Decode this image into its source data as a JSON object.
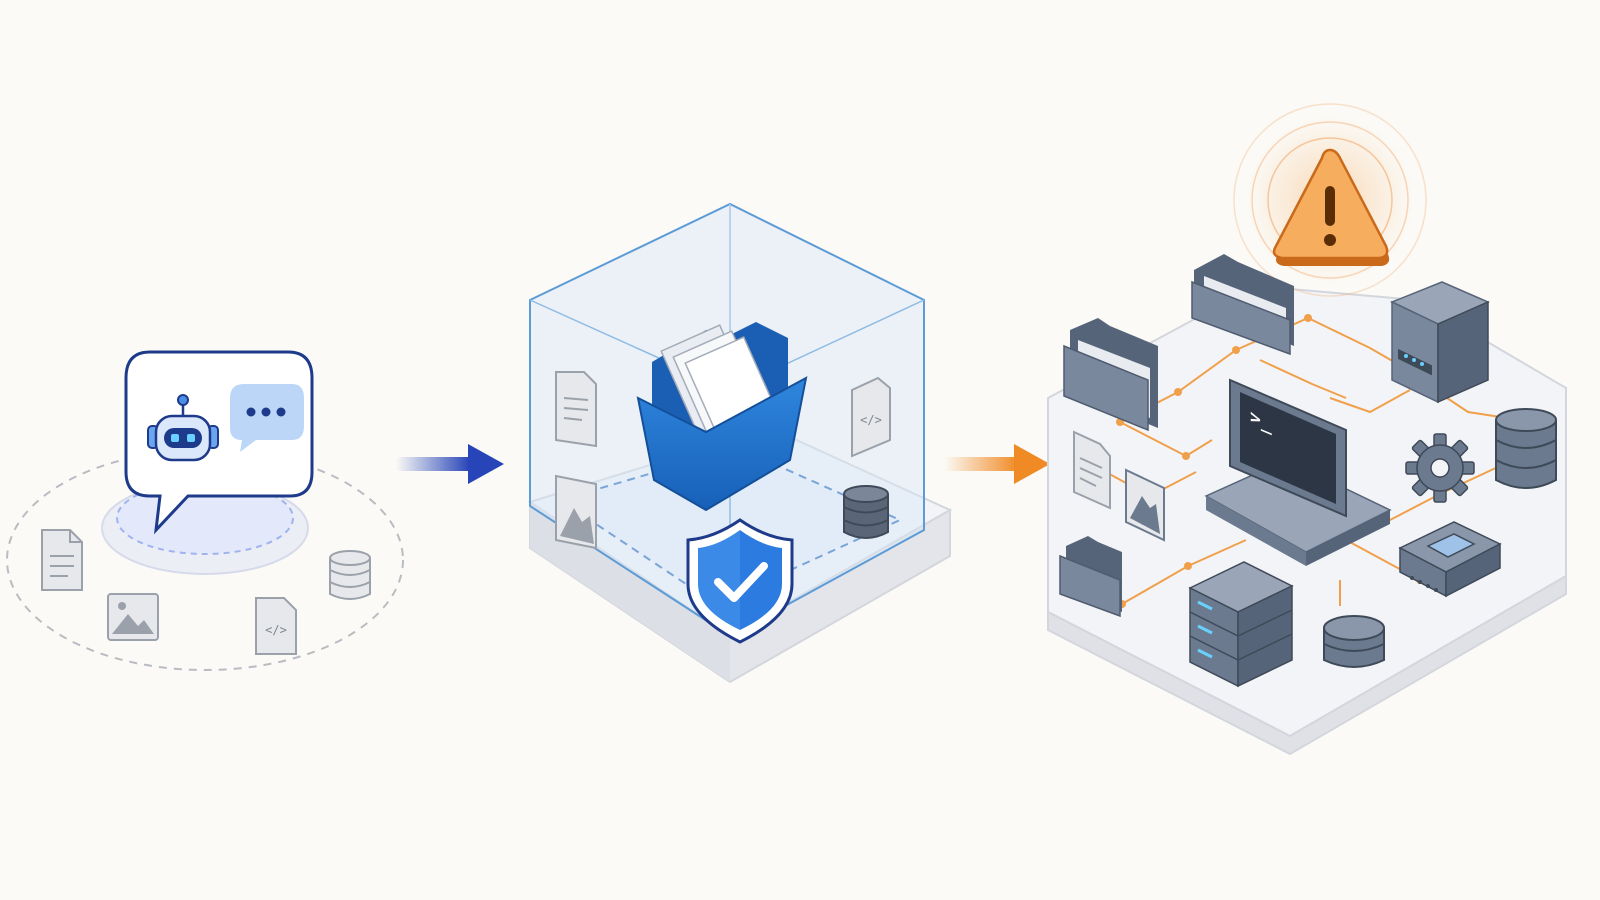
{
  "colors": {
    "background": "#fbfaf6",
    "chatbot_accent": "#4a8fe6",
    "secure_accent": "#1f6fc9",
    "flow_arrow_secure": "#2744b8",
    "flow_arrow_exposed": "#f08a24",
    "warning": "#f39b3e",
    "device_gray": "#6b7a8f",
    "platform": "#eceef2"
  },
  "stages": [
    {
      "name": "chatbot-with-scattered-data",
      "icons": [
        "robot-icon",
        "chat-bubble-icon",
        "document-icon",
        "image-icon",
        "code-file-icon",
        "database-icon"
      ]
    },
    {
      "name": "sandboxed-secure-workspace",
      "icons": [
        "folder-icon",
        "shield-check-icon",
        "document-icon",
        "image-icon",
        "code-file-icon",
        "database-icon"
      ]
    },
    {
      "name": "exposed-connected-system",
      "icons": [
        "warning-icon",
        "folder-icon",
        "server-icon",
        "terminal-icon",
        "gear-icon",
        "database-icon",
        "chip-icon",
        "document-icon",
        "image-icon"
      ]
    }
  ],
  "terminal_prompt": ">_"
}
